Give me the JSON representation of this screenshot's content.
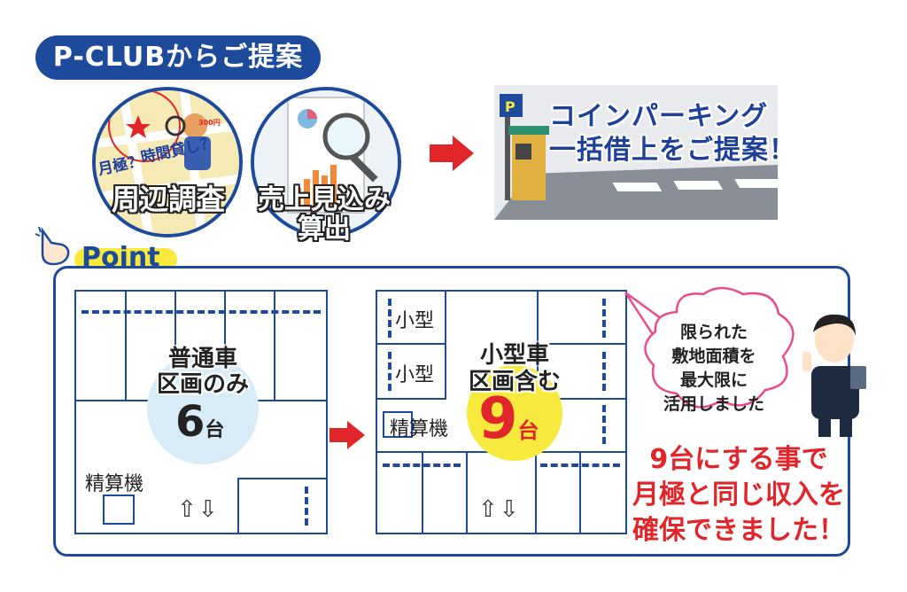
{
  "header": {
    "title": "P-CLUBからご提案"
  },
  "steps": {
    "survey": {
      "label": "周辺調査",
      "sub1": "月極？",
      "sub2": "時間貸し？",
      "sign": "300円"
    },
    "estimate": {
      "label_line1": "売上見込み",
      "label_line2": "算出"
    }
  },
  "proposal": {
    "line1": "コインパーキング",
    "line2": "一括借上をご提案！"
  },
  "point": {
    "label": "Point"
  },
  "before": {
    "title_line1": "普通車",
    "title_line2": "区画のみ",
    "count": "6",
    "count_unit": "台",
    "machine_label": "精算機",
    "arrows": "⇧⇩"
  },
  "after": {
    "title_line1": "小型車",
    "title_line2": "区画含む",
    "count": "9",
    "count_unit": "台",
    "small1": "小型",
    "small2": "小型",
    "machine_label": "精算機",
    "arrows": "⇧⇩"
  },
  "bubble": {
    "line1": "限られた",
    "line2": "敷地面積を",
    "line3": "最大限に",
    "line4": "活用しました"
  },
  "result": {
    "line1": "9台にする事で",
    "line2": "月極と同じ収入を",
    "line3": "確保できました！"
  },
  "colors": {
    "brand_blue": "#1e4a9c",
    "red": "#e0262a",
    "accent_yellow": "#f7ea3c",
    "light_blue": "#d7ecf7"
  }
}
